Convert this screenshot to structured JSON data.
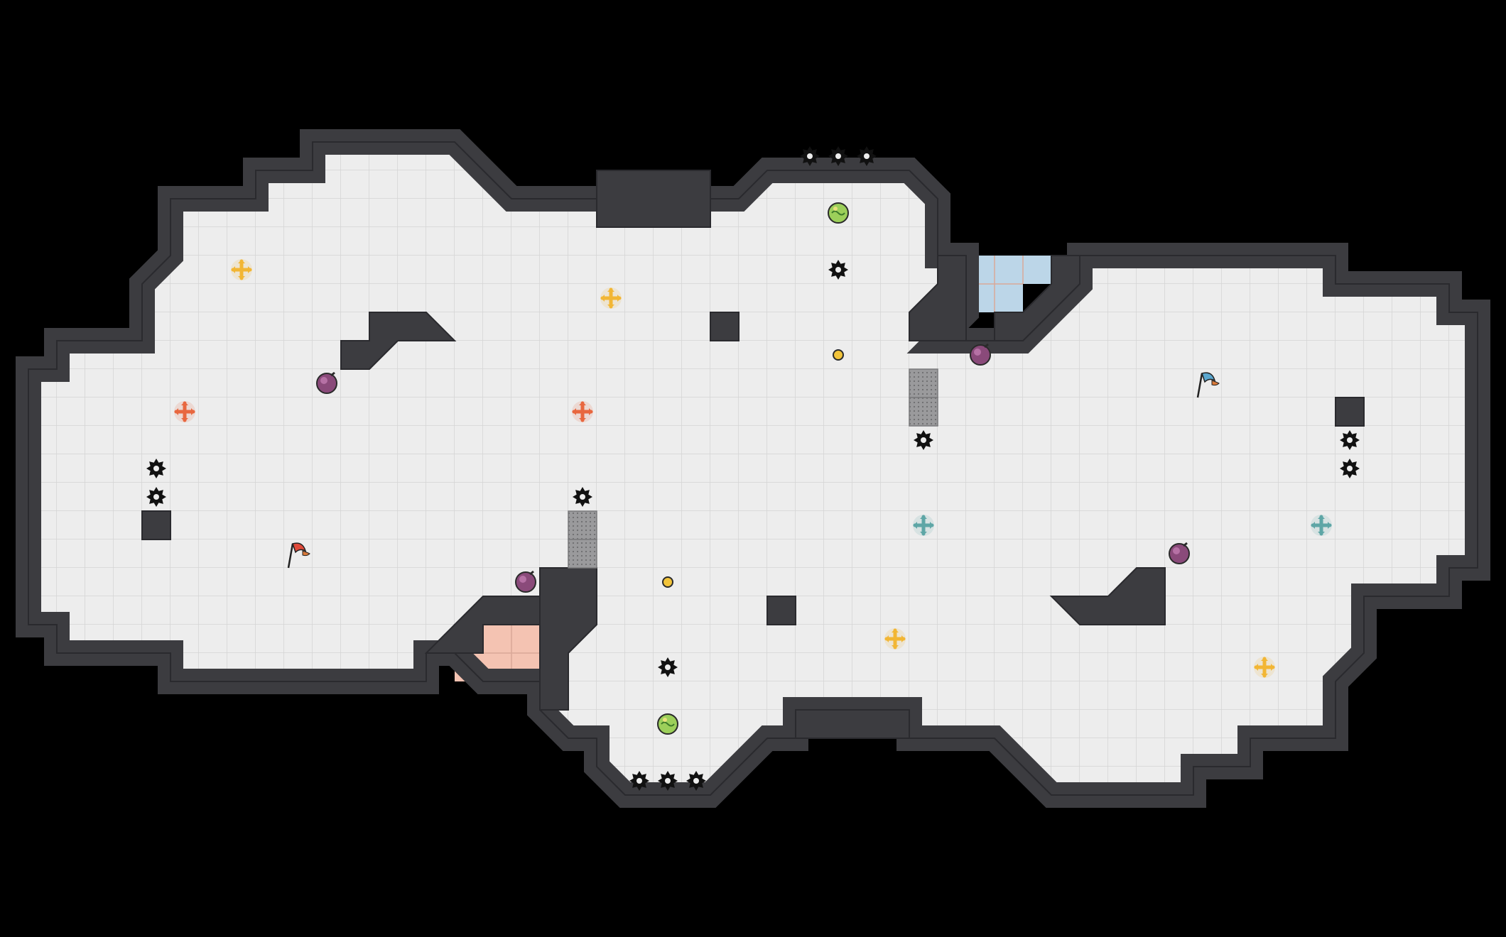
{
  "game": {
    "board_color": "#000000",
    "wall_color": "#3c3c40",
    "wall_edge_color": "#2a2a2e",
    "floor_color": "#ededed",
    "grid_color": "#d6d6d6",
    "red_endzone_color": "#f4c3b2",
    "blue_endzone_color": "#bcd6e8",
    "grate_color": "#8e8e90",
    "spike_color": "#111111",
    "team_red_color": "#e04a3a",
    "team_blue_color": "#5aa7cf"
  },
  "pieces": {
    "red_flag": {
      "kind": "red-flag-icon",
      "col": 10,
      "row": 19
    },
    "blue_flag": {
      "kind": "blue-flag-icon",
      "col": 42,
      "row": 13
    },
    "spikes": [
      {
        "col": 28,
        "row": 5
      },
      {
        "col": 29,
        "row": 5
      },
      {
        "col": 30,
        "row": 5
      },
      {
        "col": 29,
        "row": 9
      },
      {
        "col": 32,
        "row": 15
      },
      {
        "col": 5,
        "row": 16
      },
      {
        "col": 5,
        "row": 17
      },
      {
        "col": 20,
        "row": 17
      },
      {
        "col": 47,
        "row": 15
      },
      {
        "col": 47,
        "row": 16
      },
      {
        "col": 23,
        "row": 23
      },
      {
        "col": 22,
        "row": 27
      },
      {
        "col": 23,
        "row": 27
      },
      {
        "col": 24,
        "row": 27
      }
    ],
    "bombs": [
      {
        "col": 11,
        "row": 13
      },
      {
        "col": 18,
        "row": 20
      },
      {
        "col": 34,
        "row": 12
      },
      {
        "col": 41,
        "row": 19
      }
    ],
    "jukejuice": [
      {
        "col": 29,
        "row": 7
      },
      {
        "col": 23,
        "row": 25
      }
    ],
    "boosts": [
      {
        "col": 8,
        "row": 9,
        "team": "yellow"
      },
      {
        "col": 21,
        "row": 10,
        "team": "yellow"
      },
      {
        "col": 31,
        "row": 22,
        "team": "yellow"
      },
      {
        "col": 44,
        "row": 23,
        "team": "yellow"
      },
      {
        "col": 6,
        "row": 14,
        "team": "red"
      },
      {
        "col": 20,
        "row": 14,
        "team": "red"
      },
      {
        "col": 32,
        "row": 18,
        "team": "blue"
      },
      {
        "col": 46,
        "row": 18,
        "team": "blue"
      }
    ],
    "buttons": [
      {
        "col": 29,
        "row": 12
      },
      {
        "col": 23,
        "row": 20
      }
    ],
    "gates": [
      {
        "col": 32,
        "row": 13
      },
      {
        "col": 32,
        "row": 14
      },
      {
        "col": 20,
        "row": 18
      },
      {
        "col": 20,
        "row": 19
      }
    ]
  }
}
